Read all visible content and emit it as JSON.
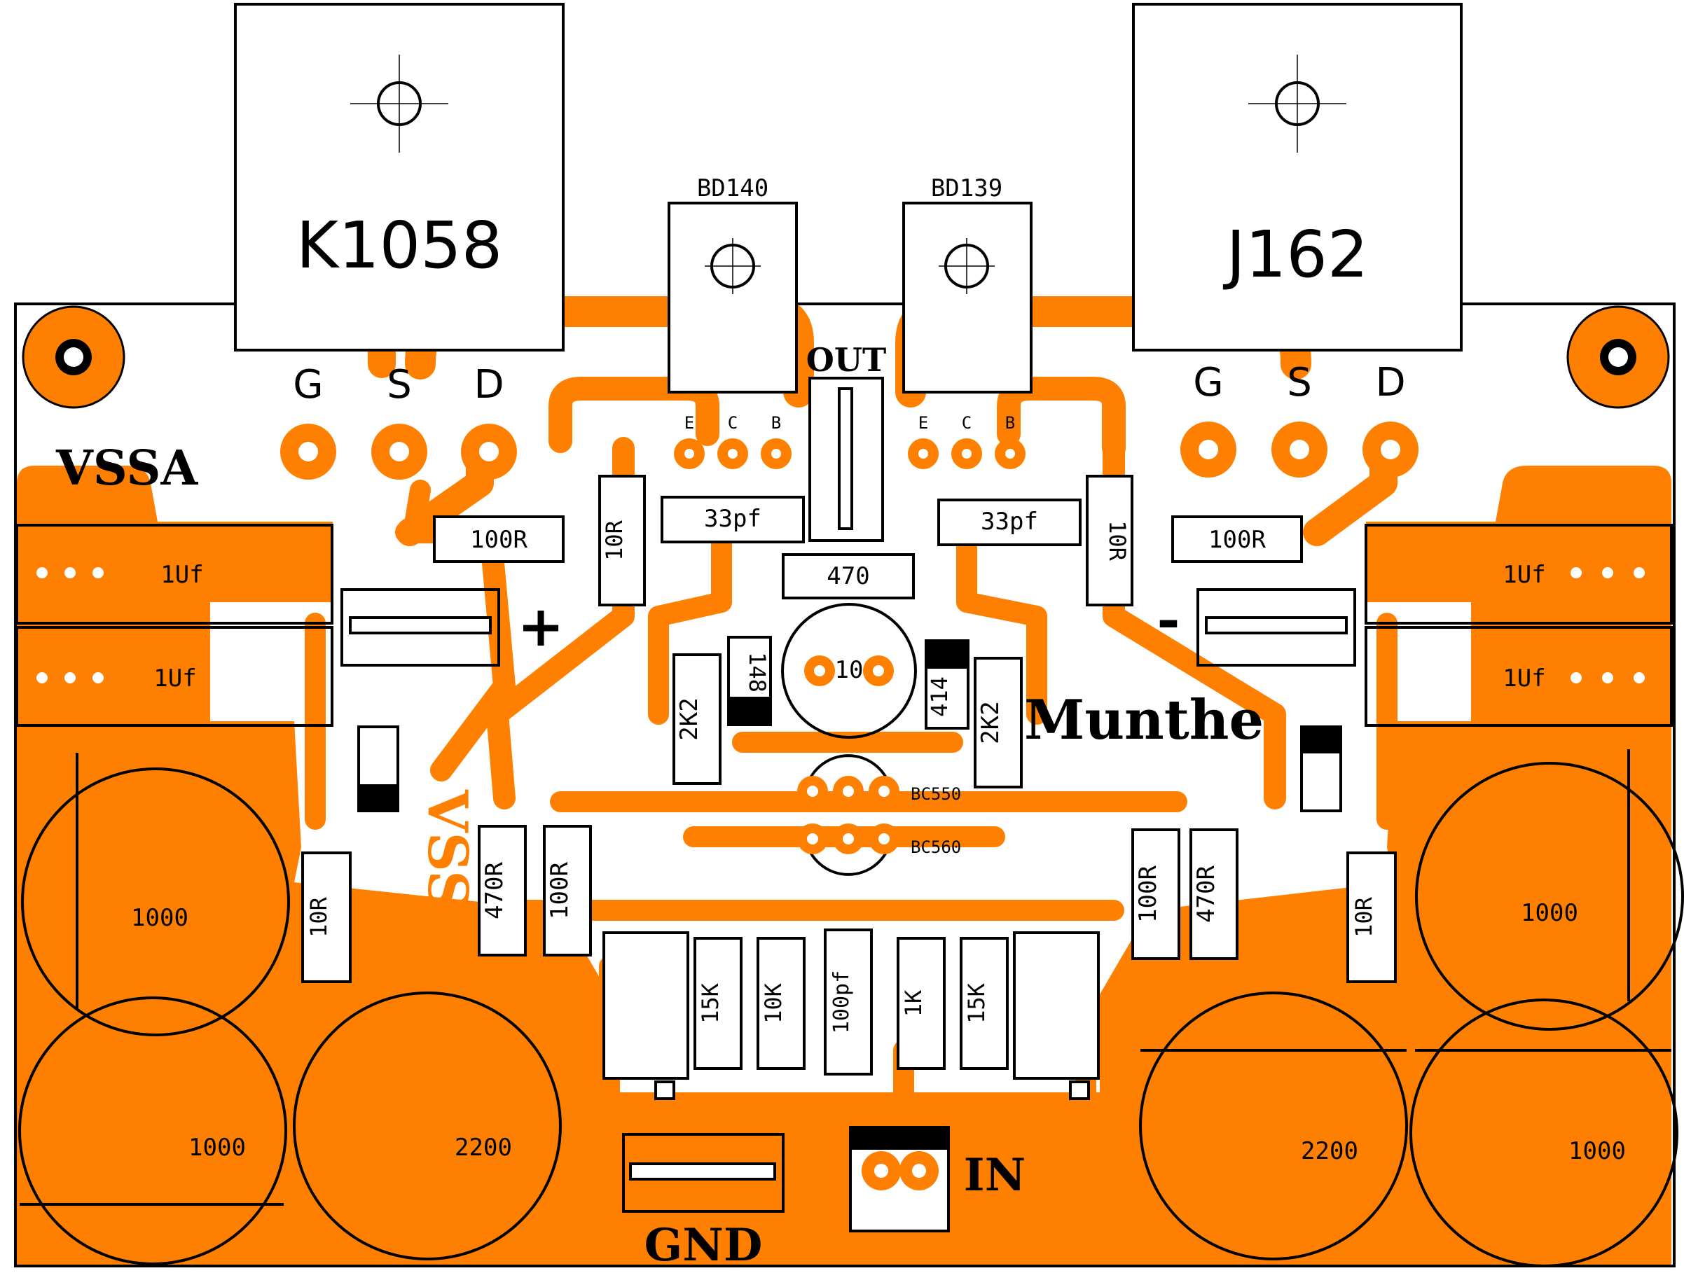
{
  "colors": {
    "copper": "#ff8000",
    "background": "#ffffff",
    "silkscreen": "#000000"
  },
  "mosfets": [
    {
      "label": "K1058",
      "pins": [
        "G",
        "S",
        "D"
      ]
    },
    {
      "label": "J162",
      "pins": [
        "G",
        "S",
        "D"
      ]
    }
  ],
  "drivers": [
    {
      "label": "BD140",
      "pins": [
        "E",
        "C",
        "B"
      ]
    },
    {
      "label": "BD139",
      "pins": [
        "E",
        "C",
        "B"
      ]
    }
  ],
  "small_transistors": [
    "BC550",
    "BC560"
  ],
  "resistors": {
    "gate_left": "100R",
    "gate_right": "100R",
    "driver_left": "10R",
    "driver_right": "10R",
    "bias_left": "2K2",
    "bias_right": "2K2",
    "emitter_center": "470",
    "supply_left_470": "470R",
    "supply_left_100": "100R",
    "supply_right_100": "100R",
    "supply_right_470": "470R",
    "zobel_left": "10R",
    "zobel_right": "10R",
    "feedback_15k_left": "15K",
    "feedback_10k": "10K",
    "input_1k": "1K",
    "input_15k_right": "15K"
  },
  "capacitors": {
    "miller_left": "33pf",
    "miller_right": "33pf",
    "film_left_top": "1Uf",
    "film_left_bottom": "1Uf",
    "film_right_top": "1Uf",
    "film_right_bottom": "1Uf",
    "input_100pf": "100pf",
    "elec_left_top": "1000",
    "elec_left_bottom": "1000",
    "elec_left_2200": "2200",
    "elec_right_2200": "2200",
    "elec_right_top": "1000",
    "elec_right_bottom": "1000"
  },
  "trimmer": "10",
  "diodes": {
    "left": "148",
    "right": "414"
  },
  "labels": {
    "brand": "VSSA",
    "brand_mirror": "VSSA",
    "author": "Munthe",
    "plus": "+",
    "minus": "-",
    "out": "OUT",
    "gnd": "GND",
    "in": "IN"
  }
}
